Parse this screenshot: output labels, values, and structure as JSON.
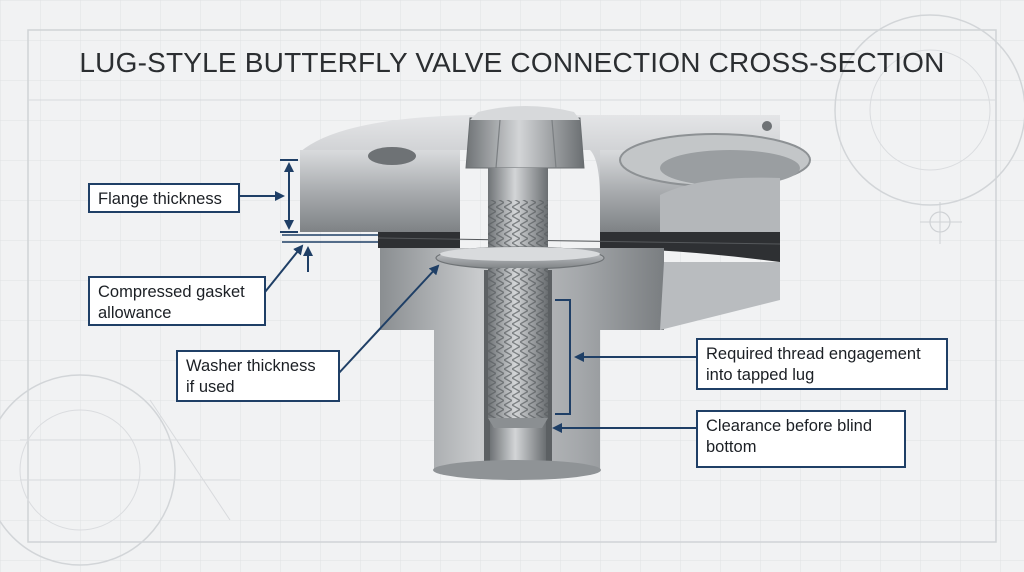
{
  "title": "LUG-STYLE BUTTERFLY VALVE CONNECTION CROSS-SECTION",
  "colors": {
    "background": "#f1f2f3",
    "callout_border": "#1f3f66",
    "leader": "#1f3f66",
    "steel": "#a9acaf",
    "gasket": "#2e3033"
  },
  "callouts": {
    "flange_thickness": "Flange thickness",
    "compressed_gasket": "Compressed gasket\nallowance",
    "washer_thickness": "Washer thickness\nif used",
    "thread_engagement": "Required thread engagement\ninto tapped lug",
    "clearance": "Clearance before blind\nbottom"
  }
}
